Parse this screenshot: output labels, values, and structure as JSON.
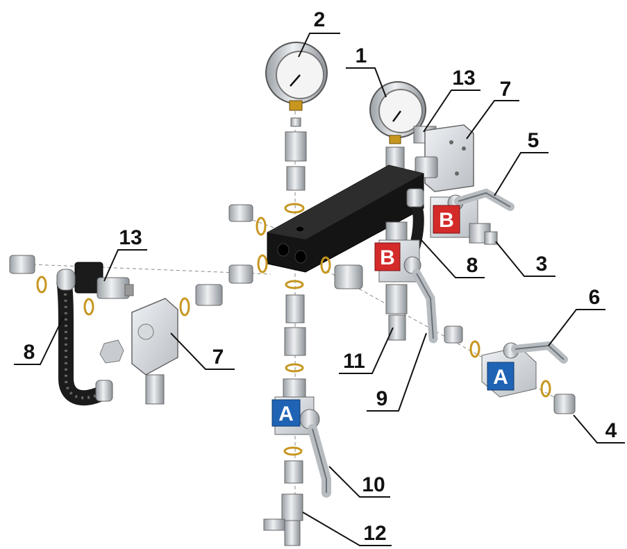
{
  "callouts": {
    "c1": "1",
    "c2": "2",
    "c3": "3",
    "c4": "4",
    "c5": "5",
    "c6": "6",
    "c7a": "7",
    "c7b": "7",
    "c8a": "8",
    "c8b": "8",
    "c9": "9",
    "c10": "10",
    "c11": "11",
    "c12": "12",
    "c13a": "13",
    "c13b": "13"
  },
  "valve_tags": {
    "a_lower": "A",
    "a_right": "A",
    "b_center": "B",
    "b_right": "B"
  },
  "colors": {
    "tag_a": "#1f63b4",
    "tag_b": "#d42a2a",
    "manifold": "#141414",
    "metal": "#c9cdd2",
    "oring": "#c7961f"
  }
}
